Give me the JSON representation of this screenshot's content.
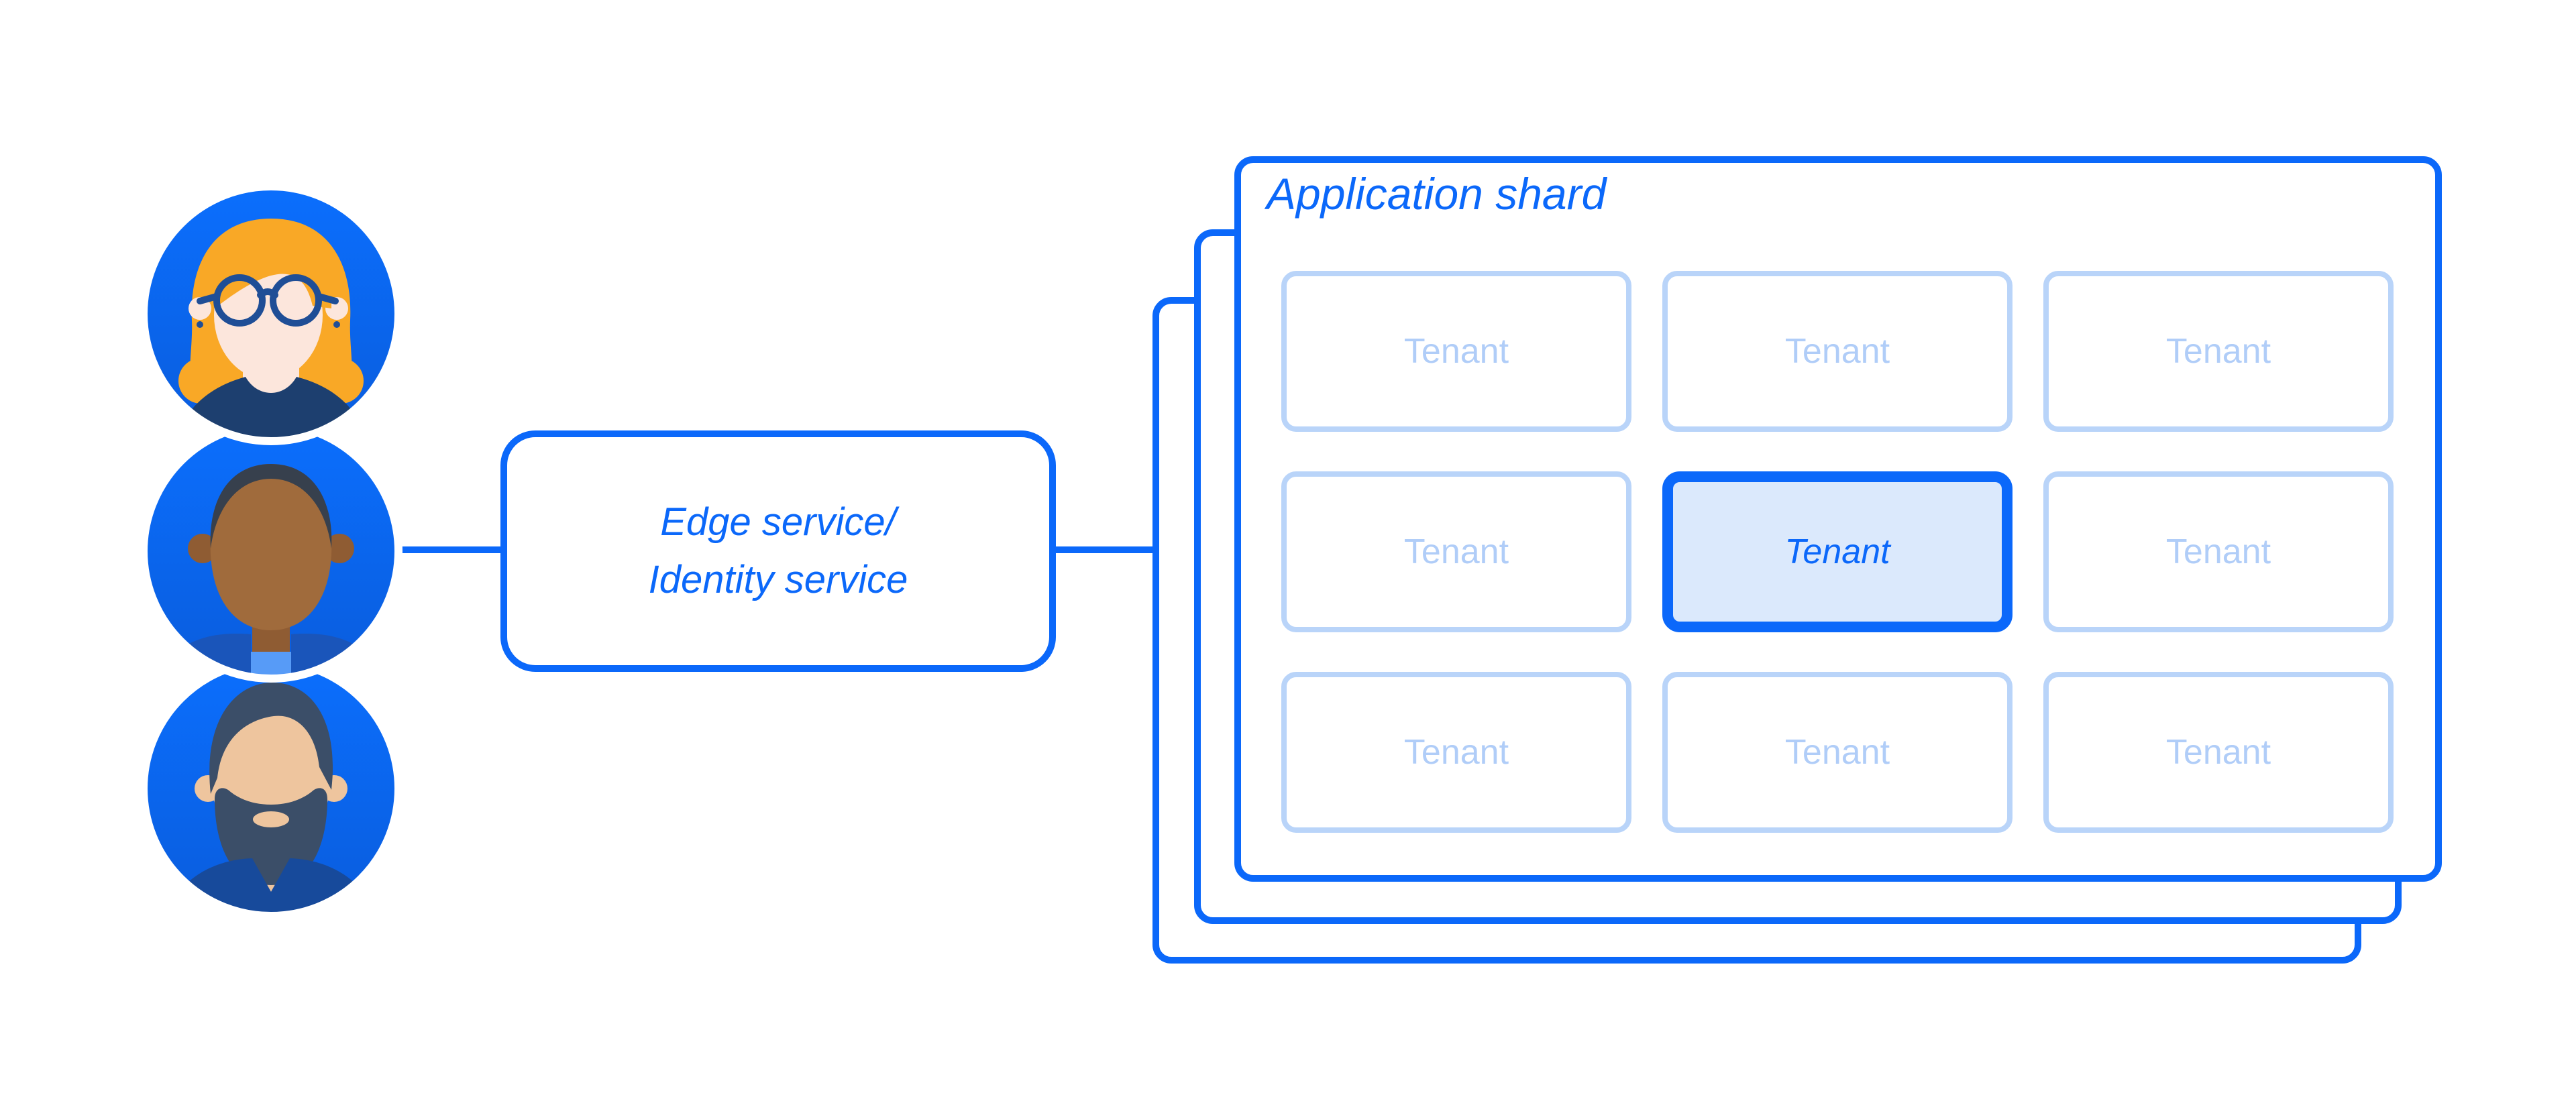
{
  "users": {
    "items": [
      {
        "icon": "avatar-woman-glasses-icon"
      },
      {
        "icon": "avatar-man-bald-icon"
      },
      {
        "icon": "avatar-man-beard-icon"
      }
    ]
  },
  "edge_service_box": {
    "line1": "Edge service/",
    "line2": "Identity service"
  },
  "application_shard": {
    "title": "Application shard",
    "stacked_cards_visible": 3,
    "tenants": [
      {
        "label": "Tenant",
        "highlighted": false
      },
      {
        "label": "Tenant",
        "highlighted": false
      },
      {
        "label": "Tenant",
        "highlighted": false
      },
      {
        "label": "Tenant",
        "highlighted": false
      },
      {
        "label": "Tenant",
        "highlighted": true
      },
      {
        "label": "Tenant",
        "highlighted": false
      },
      {
        "label": "Tenant",
        "highlighted": false
      },
      {
        "label": "Tenant",
        "highlighted": false
      },
      {
        "label": "Tenant",
        "highlighted": false
      }
    ]
  },
  "colors": {
    "accent_blue": "#0b68fa",
    "tenant_border": "#b9d4f9",
    "tenant_text": "#b0cdf8",
    "highlight_fill": "#dbe9fc",
    "card_fill": "#ffffff",
    "avatar_bg_top": "#0b6ffe",
    "avatar_bg_bottom": "#0a5cdc",
    "skin_light": "#fce6dc",
    "hair_orange": "#f9a826",
    "navy": "#1f4e96",
    "sweater_navy": "#1d3f6f",
    "skin_brown": "#a06b3c",
    "skin_brown_dark": "#8f5c33",
    "jacket_blue": "#1a55ba",
    "collar_blue": "#579bf7",
    "hair_rim_dark": "#37404d",
    "skin_tan": "#eec59e",
    "hair_dark_slate": "#3b4e68",
    "shirt_blue": "#174a9b"
  }
}
